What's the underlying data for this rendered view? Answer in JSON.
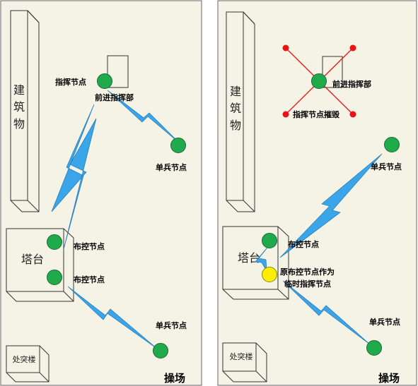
{
  "colors": {
    "panel_bg": "#f5f3e6",
    "node_green": "#1faa4b",
    "node_yellow": "#ffee00",
    "bolt_blue": "#3aa5e8",
    "destroy_red": "#ee1111"
  },
  "left": {
    "building": "建筑物",
    "tower": "塔台",
    "bunker": "处突楼",
    "field": "操场",
    "command_node": "指挥节点",
    "forward_hq": "前进指挥部",
    "soldier_node_top": "单兵节点",
    "deploy_node_1": "布控节点",
    "deploy_node_2": "布控节点",
    "soldier_node_bottom": "单兵节点"
  },
  "right": {
    "building": "建筑物",
    "tower": "塔台",
    "bunker": "处突楼",
    "field": "操场",
    "forward_hq": "前进指挥部",
    "command_destroyed": "指挥节点摧毁",
    "soldier_node_top": "单兵节点",
    "deploy_node": "布控节点",
    "temp_command_line1": "原布控节点作为",
    "temp_command_line2": "临时指挥节点",
    "soldier_node_bottom": "单兵节点"
  }
}
